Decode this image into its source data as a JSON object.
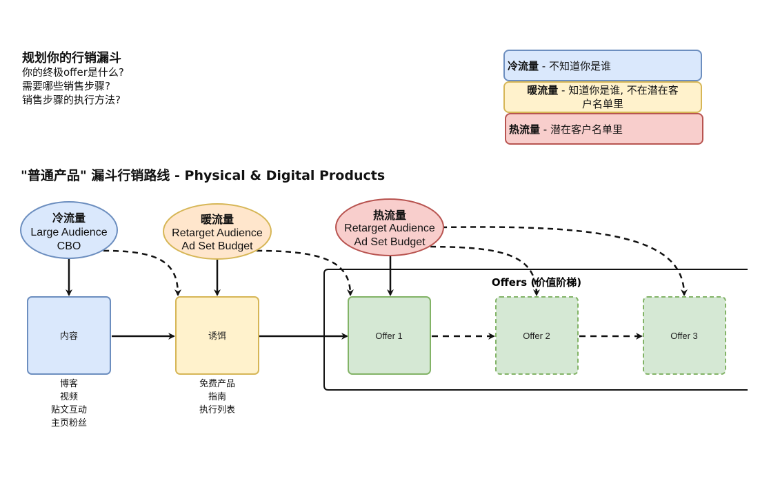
{
  "intro": {
    "title": "规划你的行销漏斗",
    "questions": [
      "你的终极offer是什么?",
      "需要哪些销售步骤?",
      "销售步骤的执行方法?"
    ]
  },
  "legend": {
    "cold": {
      "term": "冷流量",
      "desc": " - 不知道你是谁",
      "color": "#dae8fc"
    },
    "warm": {
      "term": "暖流量",
      "desc": " - 知道你是谁, 不在潜在客",
      "desc2": "户名单里",
      "color": "#fff2cc"
    },
    "hot": {
      "term": "热流量",
      "desc": " - 潜在客户名单里",
      "color": "#f8cecc"
    }
  },
  "section_title": "\"普通产品\" 漏斗行销路线 - Physical & Digital Products",
  "traffic": {
    "cold": {
      "title": "冷流量",
      "line1": "Large Audience",
      "line2": "CBO"
    },
    "warm": {
      "title": "暖流量",
      "line1": "Retarget Audience",
      "line2": "Ad Set Budget"
    },
    "hot": {
      "title": "热流量",
      "line1": "Retarget Audience",
      "line2": "Ad Set Budget"
    }
  },
  "nodes": {
    "content": "内容",
    "bait": "诱饵",
    "offer1": "Offer 1",
    "offer2": "Offer 2",
    "offer3": "Offer 3"
  },
  "offers_group_label": "Offers (价值阶梯)",
  "content_items": [
    "博客",
    "视频",
    "贴文互动",
    "主页粉丝"
  ],
  "bait_items": [
    "免费产品",
    "指南",
    "执行列表"
  ],
  "colors": {
    "blue_fill": "#dae8fc",
    "blue_stroke": "#6c8ebf",
    "yellow_fill": "#fff2cc",
    "yellow_stroke": "#d6b656",
    "red_fill": "#f8cecc",
    "red_stroke": "#b85450",
    "green_fill": "#d5e8d4",
    "green_stroke": "#82b366"
  }
}
